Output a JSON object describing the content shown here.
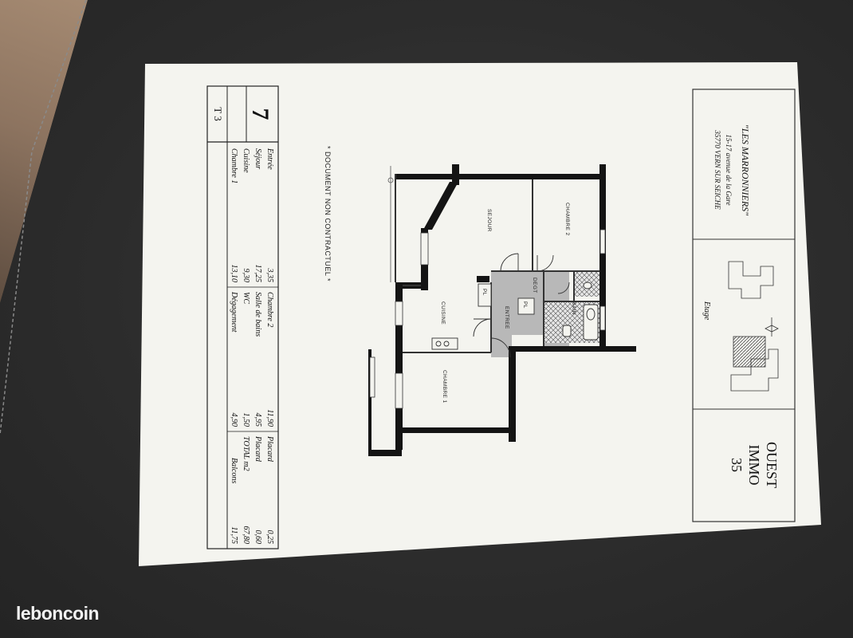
{
  "title_block": {
    "building_name": "\"LES MARRONNIERS\"",
    "address_line1": "15-17 avenue de la Gare",
    "address_line2": "35770 VERN SUR SEICHE",
    "location_plan_label": "Etage",
    "agency_line1": "OUEST",
    "agency_line2": "IMMO",
    "agency_line3": "35"
  },
  "lot": {
    "number": "7",
    "type": "T 3"
  },
  "areas": {
    "col1": [
      {
        "label": "Entrée",
        "value": "3,35"
      },
      {
        "label": "Séjour",
        "value": "17,25"
      },
      {
        "label": "Cuisine",
        "value": "9,30"
      },
      {
        "label": "Chambre 1",
        "value": "13,10"
      }
    ],
    "col2": [
      {
        "label": "Chambre 2",
        "value": "11,90"
      },
      {
        "label": "Salle de bains",
        "value": "4,95"
      },
      {
        "label": "WC",
        "value": "1,50"
      },
      {
        "label": "Dégagement",
        "value": "4,90"
      }
    ],
    "col3": [
      {
        "label": "Placard",
        "value": "0,25"
      },
      {
        "label": "Placard",
        "value": "0,60"
      },
      {
        "label": "TOTAL m2",
        "value": "67,80"
      },
      {
        "label": "Balcons",
        "value": "11,75"
      }
    ]
  },
  "disclaimer": "* DOCUMENT NON CONTRACTUEL *",
  "room_labels": {
    "sejour": "SEJOUR",
    "chambre2": "CHAMBRE 2",
    "cuisine": "CUISINE",
    "entree": "ENTREE",
    "degt": "DEGT",
    "chambre1": "CHAMBRE 1",
    "bain": "BAIN",
    "placard1": "PL",
    "placard2": "PL"
  },
  "watermark": "leboncoin",
  "colors": {
    "paper": "#f4f4ef",
    "wall": "#141414",
    "mat": "#2e2e2e",
    "entry_fill": "#b8b8b8"
  }
}
